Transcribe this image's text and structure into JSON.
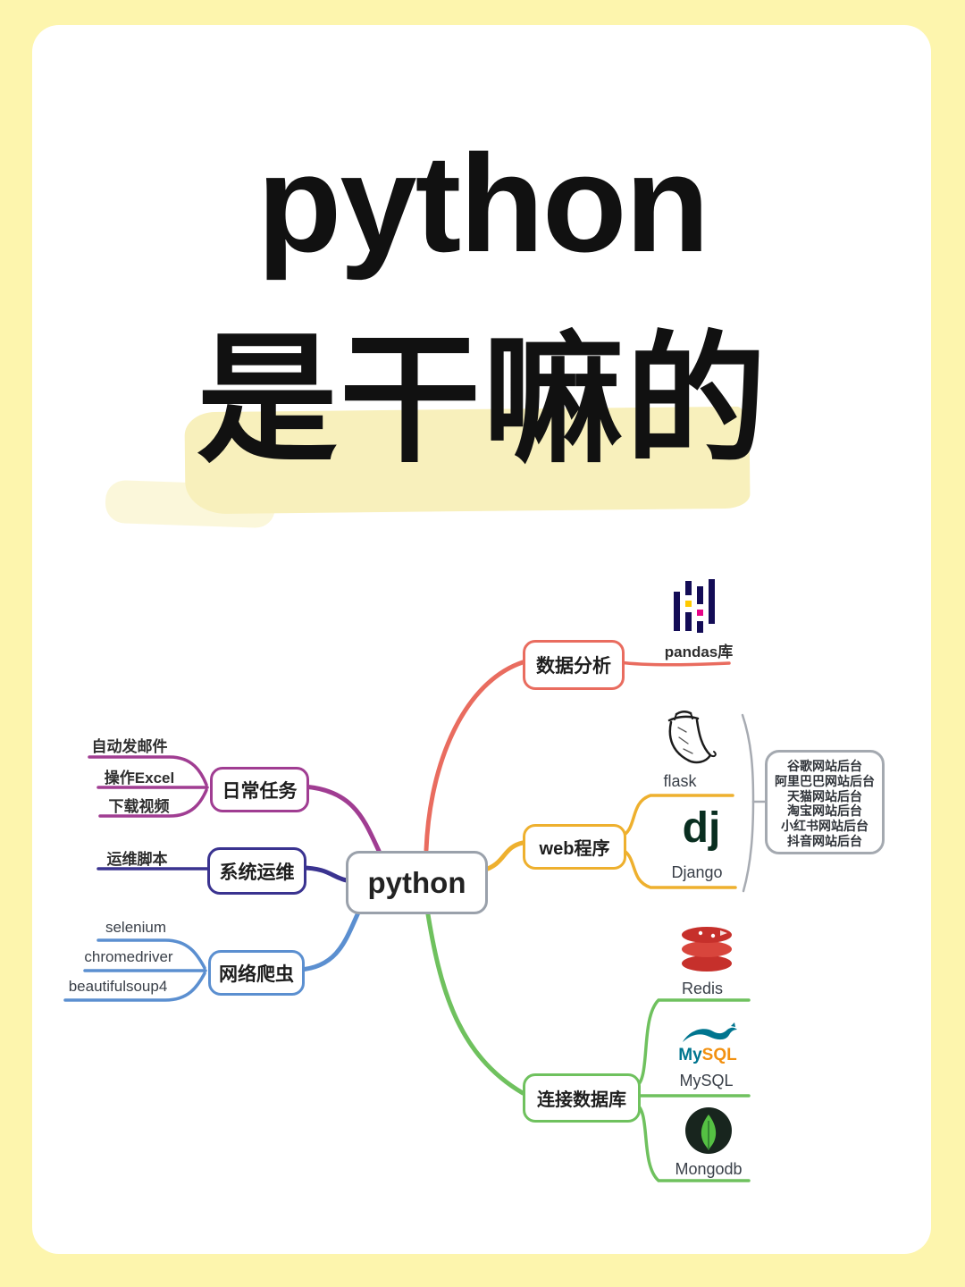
{
  "frame": {
    "background_color": "#fdf5ad",
    "card_color": "#ffffff"
  },
  "title": {
    "line1": "python",
    "line2": "是干嘛的",
    "highlight_color": "#f8f0bc",
    "text_color": "#111111"
  },
  "mindmap": {
    "root_label": "python",
    "branches": [
      {
        "label": "日常任务",
        "color": "#a03d92",
        "children": [
          "自动发邮件",
          "操作Excel",
          "下载视频"
        ]
      },
      {
        "label": "系统运维",
        "color": "#3a3390",
        "children": [
          "运维脚本"
        ]
      },
      {
        "label": "网络爬虫",
        "color": "#5b8fd0",
        "children": [
          "selenium",
          "chromedriver",
          "beautifulsoup4"
        ]
      },
      {
        "label": "数据分析",
        "color": "#e96c5f",
        "children": [
          "pandas库"
        ]
      },
      {
        "label": "web程序",
        "color": "#eeb02e",
        "children": [
          "flask",
          "Django"
        ],
        "callout_items": [
          "谷歌网站后台",
          "阿里巴巴网站后台",
          "天猫网站后台",
          "淘宝网站后台",
          "小红书网站后台",
          "抖音网站后台"
        ]
      },
      {
        "label": "连接数据库",
        "color": "#6fc15e",
        "children": [
          "Redis",
          "MySQL",
          "Mongodb"
        ]
      }
    ]
  },
  "logos": {
    "pandas": {
      "bar_color": "#130c56",
      "dot_top_color": "#ffca00",
      "dot_bottom_color": "#e70488"
    },
    "flask": {
      "ink_color": "#1c1c1c"
    },
    "django": {
      "text": "dj",
      "color": "#092e20"
    },
    "redis": {
      "color": "#c6302b"
    },
    "mysql": {
      "wordmark_my": "My",
      "wordmark_sql": "SQL",
      "blue": "#00758f",
      "orange": "#f29111"
    },
    "mongodb": {
      "circle_color": "#18251e",
      "leaf_color": "#55c043"
    }
  }
}
